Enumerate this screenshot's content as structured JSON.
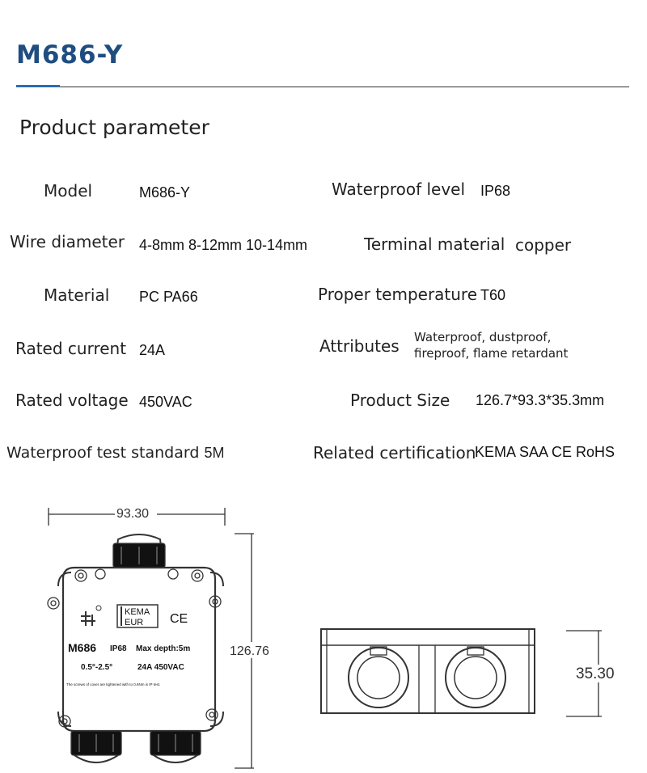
{
  "header": {
    "model_title": "M686-Y"
  },
  "section_title": "Product parameter",
  "params": {
    "model_label": "Model",
    "model_value": "M686-Y",
    "waterproof_level_label": "Waterproof level",
    "waterproof_level_value": "IP68",
    "wire_diameter_label": "Wire diameter",
    "wire_diameter_value": "4-8mm 8-12mm 10-14mm",
    "terminal_material_label": "Terminal material",
    "terminal_material_value": "copper",
    "material_label": "Material",
    "material_value": "PC PA66",
    "proper_temperature_label": "Proper temperature",
    "proper_temperature_value": "T60",
    "rated_current_label": "Rated current",
    "rated_current_value": "24A",
    "attributes_label": "Attributes",
    "attributes_value_line1": "Waterproof, dustproof,",
    "attributes_value_line2": "fireproof, flame retardant",
    "rated_voltage_label": "Rated voltage",
    "rated_voltage_value": "450VAC",
    "product_size_label": "Product Size",
    "product_size_value": "126.7*93.3*35.3mm",
    "waterproof_test_label": "Waterproof test standard",
    "waterproof_test_value": "5M",
    "certification_label": "Related certification",
    "certification_value": "KEMA SAA CE RoHS"
  },
  "drawing": {
    "width_dim": "93.30",
    "height_dim": "126.76",
    "depth_dim": "35.30",
    "box_logo_top": "KEMA",
    "box_logo_bottom": "EUR",
    "box_ce": "CE",
    "box_model": "M686",
    "box_ip": "IP68",
    "box_depth": "Max  depth:5m",
    "box_range": "0.5°-2.5°",
    "box_rating": "24A  450VAC",
    "box_note": "The screws of cover are tightened with to 0.6Nm is IP test."
  }
}
